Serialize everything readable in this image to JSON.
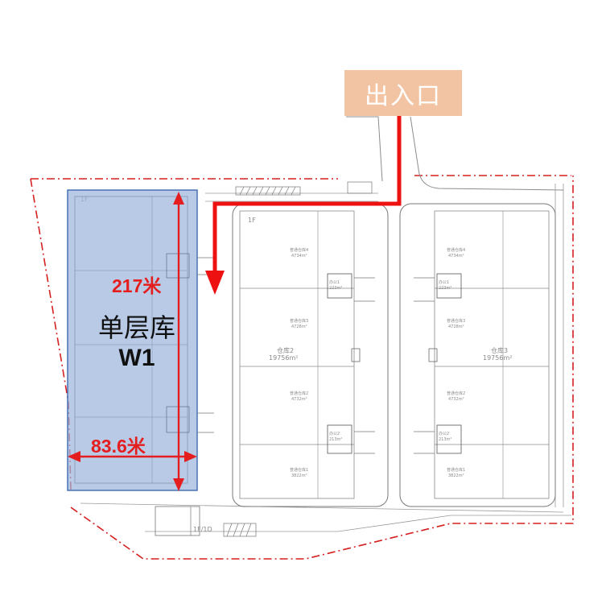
{
  "entrance": {
    "label": "出入口"
  },
  "warehouse_w1": {
    "name": "单层库",
    "code": "W1",
    "length_label": "217米",
    "width_label": "83.6米"
  },
  "plan_labels": {
    "floor_tag": "1F",
    "floor_tag_2": "1F/1D",
    "bldg2_name": "仓库2",
    "bldg3_name": "仓库3",
    "area_total": "19756m²",
    "room4": "普通仓库4",
    "room3": "普通仓库3",
    "room2": "普通仓库2",
    "room1": "普通仓库1",
    "room4_area": "4734m²",
    "room3_area": "4728m²",
    "room2_area": "4732m²",
    "room1_area": "3822m²",
    "office_a": "办公1",
    "office_b": "办公2",
    "office_a_area": "223m²",
    "office_b_area": "213m²"
  },
  "colors": {
    "boundary": "#d42020",
    "arrow": "#ee1111",
    "w1_fill": "#9db5dc",
    "w1_border": "#3e6ab0",
    "entrance_bg": "#f3c4a3",
    "dimension": "#e41e1e"
  }
}
